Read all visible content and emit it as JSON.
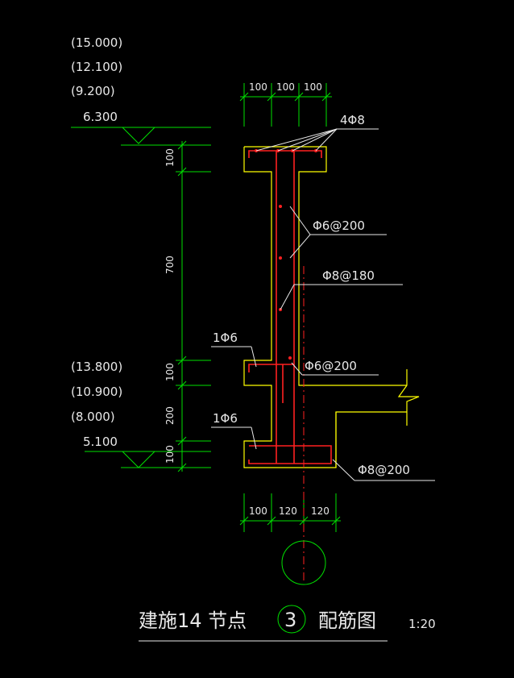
{
  "elevations_top": [
    "(15.000)",
    "(12.100)",
    "(9.200)",
    "6.300"
  ],
  "elevations_bottom": [
    "(13.800)",
    "(10.900)",
    "(8.000)",
    "5.100"
  ],
  "dims_top": [
    "100",
    "100",
    "100"
  ],
  "dims_bottom": [
    "100",
    "120",
    "120"
  ],
  "dims_vertical": [
    "100",
    "700",
    "100",
    "200",
    "100"
  ],
  "rebar_labels": {
    "top_bars": "4Φ8",
    "stirrup_upper": "Φ6@200",
    "vertical_bar": "Φ8@180",
    "ledge_bar_1": "1Φ6",
    "stirrup_lower": "Φ6@200",
    "ledge_bar_2": "1Φ6",
    "slab_bar": "Φ8@200"
  },
  "title": {
    "prefix": "建施14 节点",
    "number": "3",
    "suffix": "配筋图",
    "scale": "1:20"
  },
  "colors": {
    "background": "#000000",
    "dimension": "#00e000",
    "outline": "#ffff00",
    "rebar": "#ff2020",
    "text": "#e8e8e8"
  }
}
